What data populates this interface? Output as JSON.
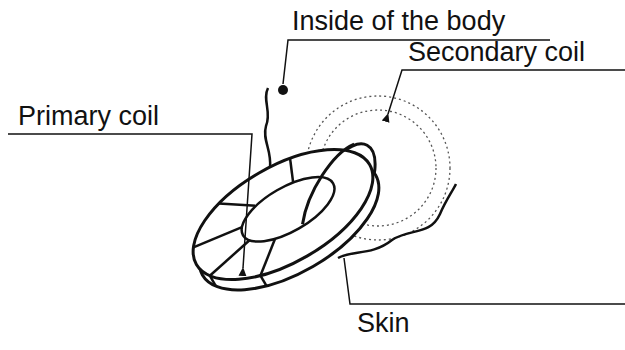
{
  "diagram": {
    "labels": [
      "Inside of the body",
      "Secondary coil",
      "Primary coil",
      "Skin"
    ]
  }
}
